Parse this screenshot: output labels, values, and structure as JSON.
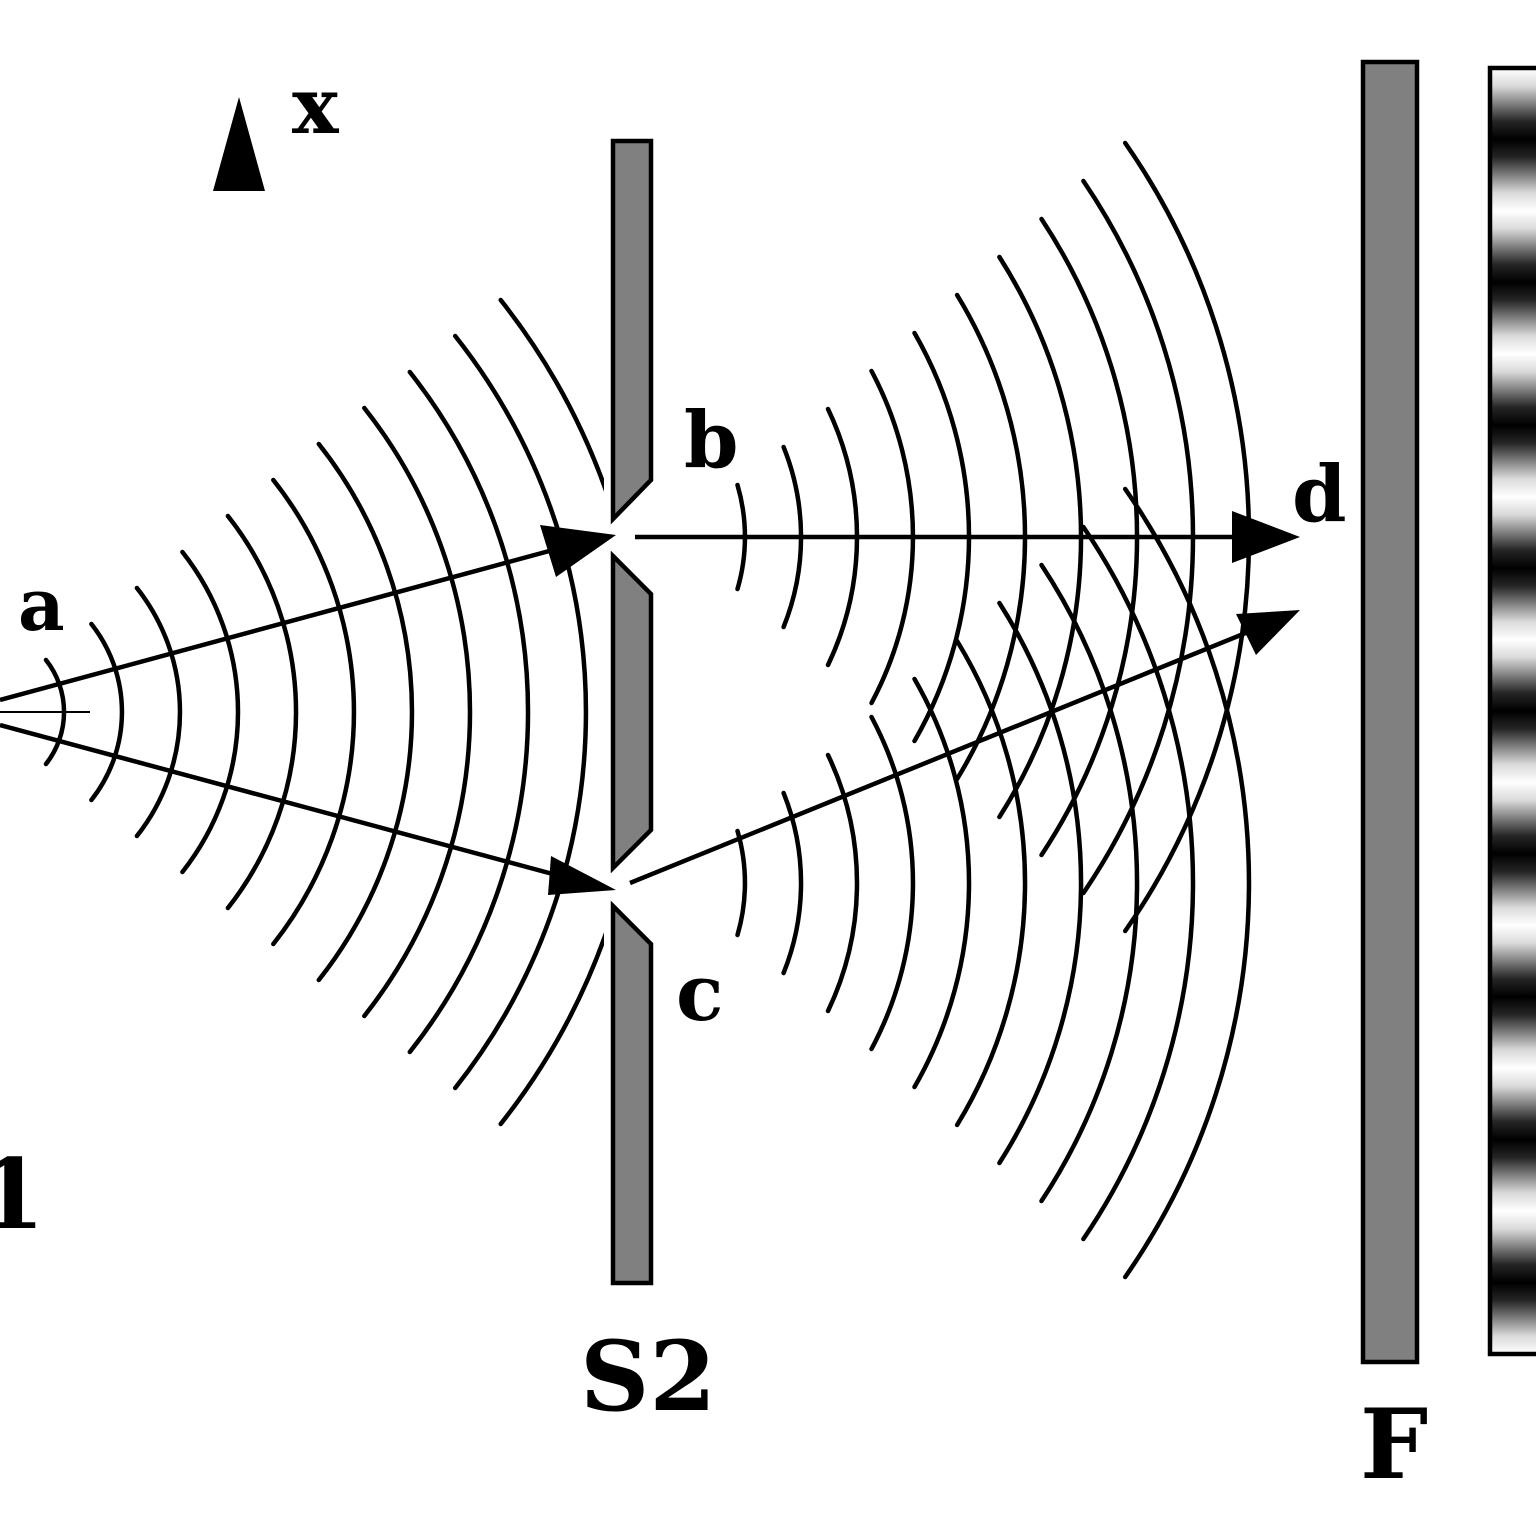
{
  "colors": {
    "ink": "#000000",
    "barrier": "#808080",
    "background": "#ffffff"
  },
  "labels": {
    "axis": "x",
    "point_a": "a",
    "point_b": "b",
    "point_c": "c",
    "point_d": "d",
    "screen_s1": "1",
    "screen_s2": "S2",
    "screen_f": "F"
  }
}
